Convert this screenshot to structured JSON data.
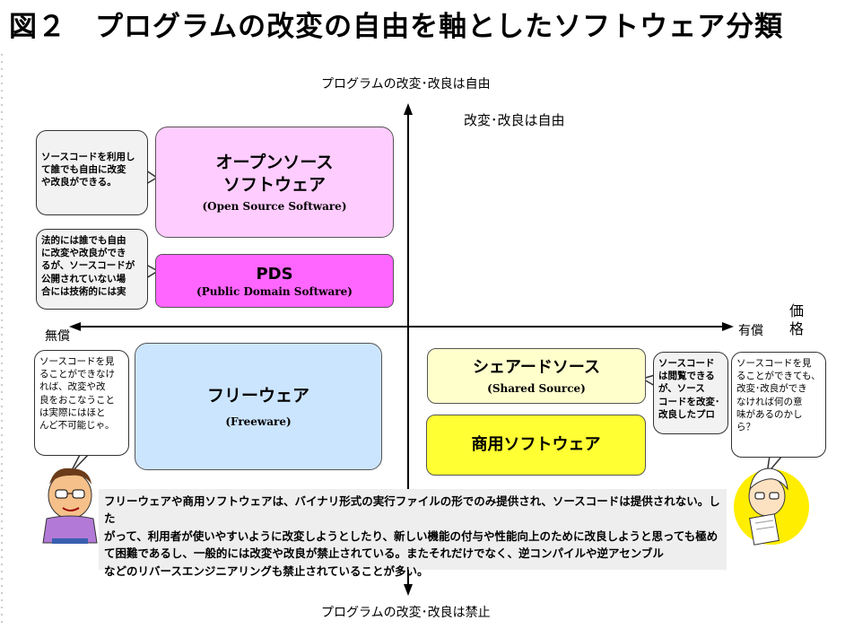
{
  "title": "図２　プログラムの改変の自由を軸としたソフトウェア分類",
  "axes": {
    "top": "プログラムの改変･改良は自由",
    "bottom": "プログラムの改変･改良は禁止",
    "left": "無償",
    "right": "有償",
    "price": "価\n格",
    "top_right_note": "改変･改良は自由"
  },
  "boxes": {
    "oss": {
      "jp": "オープンソース\nソフトウェア",
      "en": "(Open Source Software)"
    },
    "pds": {
      "jp": "PDS",
      "en": "(Public Domain Software)"
    },
    "freeware": {
      "jp": "フリーウェア",
      "en": "(Freeware)"
    },
    "shared": {
      "jp": "シェアードソース",
      "en": "(Shared Source)"
    },
    "commercial": {
      "jp": "商用ソフトウェア"
    }
  },
  "bubbles": {
    "oss": "ソースコードを利用し\nて誰でも自由に改変\nや改良ができる。",
    "pds": "法的には誰でも自由\nに改変や改良ができ\nるが、ソースコードが\n公開されていない場\n合には技術的には実",
    "freeware": "ソースコードを見\nることができなけ\nれば、改変や改\n良をおこなうこと\nは実際にはほと\nんど不可能じゃ。",
    "shared": "ソースコード\nは閲覧できる\nが、ソース\nコードを改変･\n改良したプロ",
    "right": "ソースコードを見\nることができても、\n改変･改良ができ\nなければ何の意\n味があるのかし\nら？"
  },
  "note": "フリーウェアや商用ソフトウェアは、バイナリ形式の実行ファイルの形でのみ提供され、ソースコードは提供されない。した\nがって、利用者が使いやすいように改変しようとしたり、新しい機能の付与や性能向上のために改良しようと思っても極め\nて困難であるし、一般的には改変や改良が禁止されている。またそれだけでなく、逆コンパイルや逆アセンブル\nなどのリバースエンジニアリングも禁止されていることが多い。",
  "colors": {
    "oss": "#ffccff",
    "pds": "#ff66ff",
    "freeware": "#cce5ff",
    "shared": "#ffffcc",
    "commercial": "#ffff33"
  }
}
